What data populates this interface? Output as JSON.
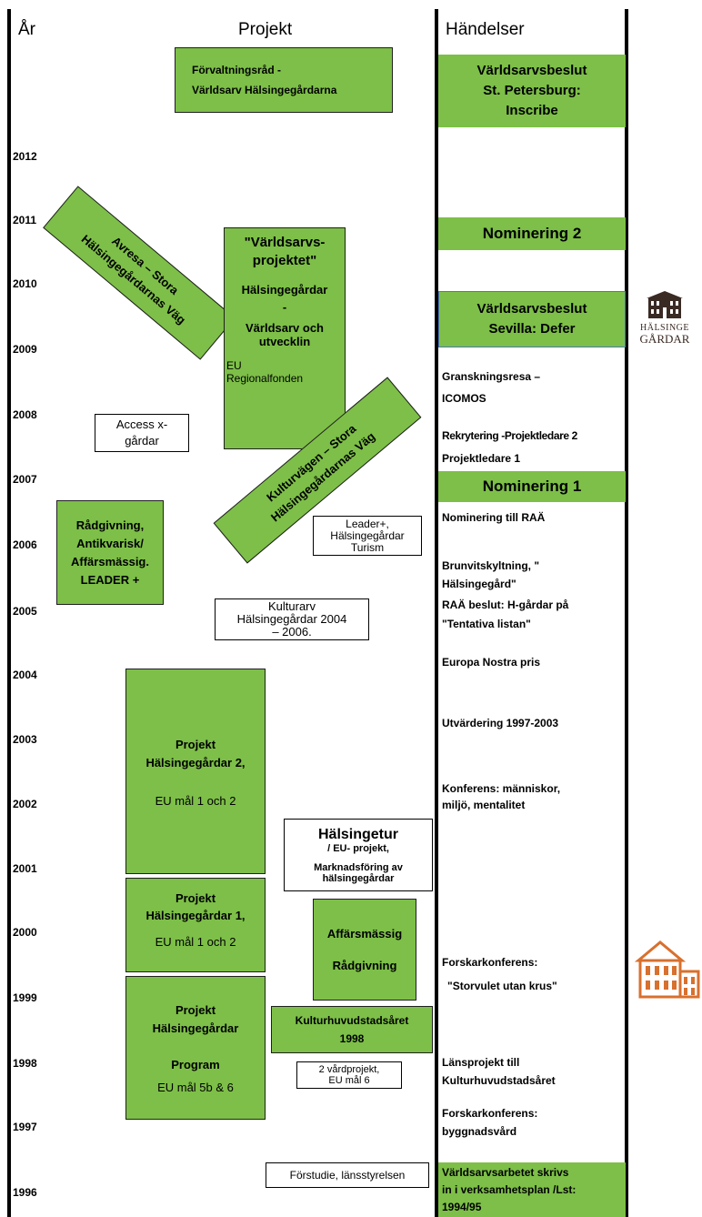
{
  "headers": {
    "year": "År",
    "projects": "Projekt",
    "events": "Händelser"
  },
  "years": [
    "2012",
    "2011",
    "2010",
    "2009",
    "2008",
    "2007",
    "2006",
    "2005",
    "2004",
    "2003",
    "2002",
    "2001",
    "2000",
    "1999",
    "1998",
    "1997",
    "1996"
  ],
  "projects": {
    "forvaltningsrad": [
      "Förvaltningsråd -",
      "Världsarv Hälsingegårdarna"
    ],
    "avresa": [
      "Avresa – Stora",
      "Hälsingegårdarnas Väg"
    ],
    "varldsarvsprojektet": {
      "title1": "\"Världsarvs-",
      "title2": "projektet\"",
      "line1": "Hälsingegårdar",
      "line2": "-",
      "line3": "Världsarv och",
      "line4": "utvecklin",
      "fund1": "EU",
      "fund2": "Regionalfonden"
    },
    "kulturvagen": [
      "Kulturvägen – Stora",
      "Hälsingegårdarnas Väg"
    ],
    "access": [
      "Access x-",
      "gårdar"
    ],
    "radgivning": [
      "Rådgivning,",
      "Antikvarisk/",
      "Affärsmässig.",
      "LEADER +"
    ],
    "leader_plus": [
      "Leader+,",
      "Hälsingegårdar",
      "Turism"
    ],
    "kulturarv": [
      "Kulturarv",
      "Hälsingegårdar  2004",
      "– 2006."
    ],
    "projekt2": [
      "Projekt",
      "Hälsingegårdar 2,",
      "EU mål 1 och 2"
    ],
    "halsingetur": {
      "title": "Hälsingetur",
      "sub": "/ EU- projekt,",
      "line1": "Marknadsföring av",
      "line2": "hälsingegårdar"
    },
    "projekt1": [
      "Projekt",
      "Hälsingegårdar 1,",
      "EU mål 1 och 2"
    ],
    "affarsmassig": [
      "Affärsmässig",
      "Rådgivning"
    ],
    "program": [
      "Projekt",
      "Hälsingegårdar",
      "Program",
      "EU mål 5b & 6"
    ],
    "kulturhuvudstad": [
      "Kulturhuvudstadsåret",
      "1998"
    ],
    "vardprojekt": [
      "2 vårdprojekt,",
      "EU mål 6"
    ],
    "forstudie": "Förstudie, länsstyrelsen"
  },
  "events": {
    "stpetersburg": [
      "Världsarvsbeslut",
      "St. Petersburg:",
      "Inscribe"
    ],
    "nominering2": "Nominering 2",
    "sevilla": [
      "Världsarvsbeslut",
      "Sevilla: Defer"
    ],
    "granskningsresa": [
      "Granskningsresa –",
      "ICOMOS"
    ],
    "rekrytering": "Rekrytering -Projektledare 2",
    "projektledare1": "Projektledare 1",
    "nominering1": "Nominering 1",
    "nominering_raa": "Nominering till RAÄ",
    "brunvitskyltning": [
      "Brunvitskyltning, \"",
      "Hälsingegård\""
    ],
    "raa_beslut": [
      "RAÄ beslut: H-gårdar på",
      "\"Tentativa listan\""
    ],
    "europa_nostra": "Europa Nostra pris",
    "utvardering": "Utvärdering 1997-2003",
    "konferens": [
      "Konferens: människor,",
      "miljö, mentalitet"
    ],
    "forskarkonf1": [
      "Forskarkonferens:",
      "\"Storvulet utan krus\""
    ],
    "lansprojekt": [
      "Länsprojekt till",
      "Kulturhuvudstadsåret"
    ],
    "forskarkonf2": [
      "Forskarkonferens:",
      "byggnadsvård"
    ],
    "varldsarvsarbetet": [
      "Världsarvsarbetet skrivs",
      "in i verksamhetsplan /Lst:",
      "1994/95"
    ]
  },
  "logo": {
    "line1": "HÄLSINGE",
    "line2": "GÅRDAR"
  },
  "colors": {
    "green": "#7dbf48",
    "logo_dark": "#3a2a24",
    "logo_orange": "#d8702e",
    "sevilla_border": "#4a78b8"
  }
}
